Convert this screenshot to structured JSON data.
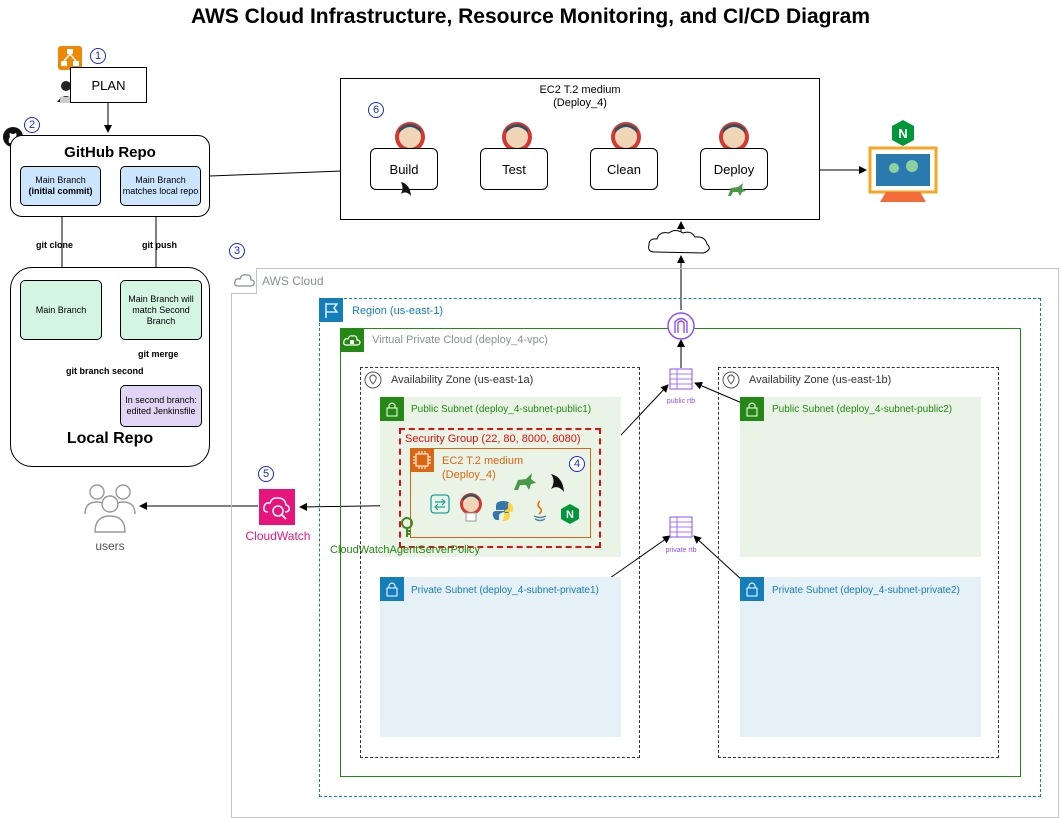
{
  "title": "AWS Cloud Infrastructure, Resource Monitoring, and CI/CD Diagram",
  "badges": [
    "1",
    "2",
    "3",
    "4",
    "5",
    "6"
  ],
  "plan": "PLAN",
  "github": {
    "title": "GitHub Repo",
    "main_branch_line1": "Main Branch",
    "main_branch_line2": "(initial commit)",
    "matches_local": "Main Branch matches local repo"
  },
  "git_ops": {
    "clone": "git clone",
    "push": "git push",
    "branch_second": "git branch second",
    "merge": "git merge"
  },
  "local": {
    "title": "Local Repo",
    "main_branch": "Main Branch",
    "will_match": "Main Branch will match Second Branch",
    "second_branch": "In second branch: edited Jenkinsfile"
  },
  "pipeline": {
    "title_line1": "EC2 T.2 medium",
    "title_line2": "(Deploy_4)",
    "steps": [
      "Build",
      "Test",
      "Clean",
      "Deploy"
    ]
  },
  "aws": {
    "cloud": "AWS Cloud",
    "region": "Region (us-east-1)",
    "vpc": "Virtual Private Cloud (deploy_4-vpc)",
    "az1": "Availability Zone (us-east-1a)",
    "az2": "Availability Zone (us-east-1b)",
    "public1": "Public Subnet (deploy_4-subnet-public1)",
    "public2": "Public Subnet (deploy_4-subnet-public2)",
    "private1": "Private Subnet (deploy_4-subnet-private1)",
    "private2": "Private Subnet (deploy_4-subnet-private2)",
    "security_group": "Security Group (22, 80, 8000, 8080)",
    "ec2_line1": "EC2 T.2 medium",
    "ec2_line2": "(Deploy_4)",
    "public_rtb": "public rtb",
    "private_rtb": "private rtb",
    "cw_policy": "CloudWatchAgentServerPolicy"
  },
  "cloudwatch": "CloudWatch",
  "users": "users",
  "colors": {
    "badge_blue": "#1a2ad0",
    "aws_grey": "#879196",
    "region_blue": "#147eba",
    "vpc_green": "#248814",
    "public_fill": "#e9f3e6",
    "private_fill": "#e6f0f7",
    "sg_red": "#dd1111",
    "ec2_orange": "#d86613",
    "cloudwatch_pink": "#e7157b",
    "rtb_purple": "#8c4fff",
    "github_box": "#cce5ff",
    "local_green": "#d5f5e3",
    "second_branch": "#e1d5f5"
  }
}
